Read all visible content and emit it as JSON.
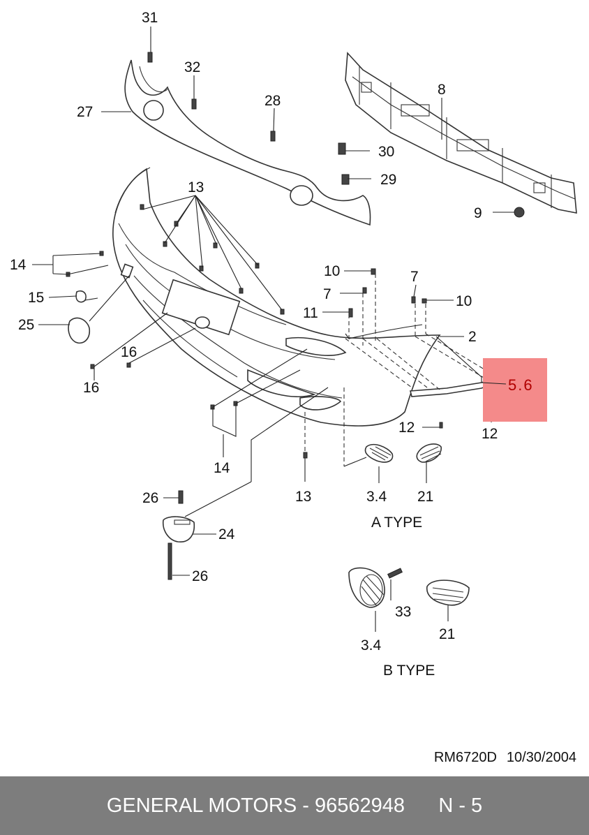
{
  "callouts": {
    "p31": "31",
    "p32": "32",
    "p28": "28",
    "p27": "27",
    "p30": "30",
    "p29": "29",
    "p8": "8",
    "p9": "9",
    "p13_top": "13",
    "p14_left": "14",
    "p15": "15",
    "p25": "25",
    "p16_a": "16",
    "p16_b": "16",
    "p10_a": "10",
    "p7_a": "7",
    "p7_b": "7",
    "p11": "11",
    "p10_b": "10",
    "p2": "2",
    "p56": "5.6",
    "p12_a": "12",
    "p12_b": "12",
    "p14_bottom": "14",
    "p13_bottom": "13",
    "p34_a": "3.4",
    "p21_a": "21",
    "p26_a": "26",
    "p24": "24",
    "p26_b": "26",
    "p33": "33",
    "p34_b": "3.4",
    "p21_b": "21"
  },
  "type_labels": {
    "a": "A TYPE",
    "b": "B TYPE"
  },
  "diagram_ref": {
    "code": "RM6720D",
    "date": "10/30/2004"
  },
  "footer": {
    "text": "GENERAL MOTORS - 96562948      N - 5"
  },
  "highlight": {
    "target": "5.6",
    "color": "#f48a8a"
  }
}
